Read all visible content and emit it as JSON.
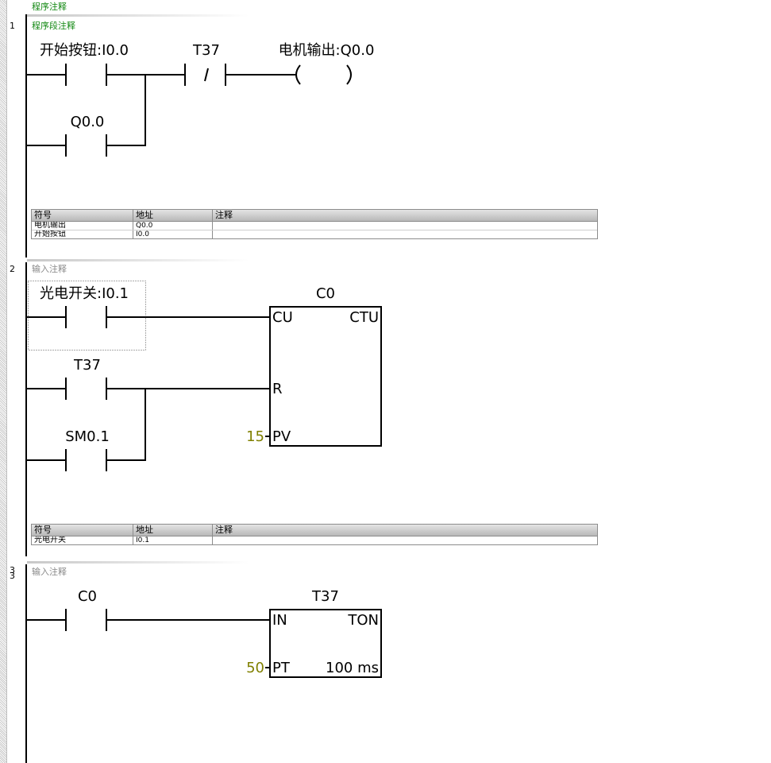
{
  "program_comment": "程序注释",
  "networks": [
    {
      "number": "1",
      "comment": "程序段注释",
      "contacts": [
        {
          "label": "开始按钮:I0.0"
        },
        {
          "label": "T37",
          "symbol": "/"
        },
        {
          "label": "Q0.0"
        }
      ],
      "coil": {
        "label": "电机输出:Q0.0"
      },
      "symbol_table": {
        "headers": [
          "符号",
          "地址",
          "注释"
        ],
        "rows": [
          {
            "symbol": "电机输出",
            "address": "Q0.0",
            "comment": ""
          },
          {
            "symbol": "开始按钮",
            "address": "I0.0",
            "comment": ""
          }
        ]
      }
    },
    {
      "number": "2",
      "comment": "输入注释",
      "contacts": [
        {
          "label": "光电开关:I0.1"
        },
        {
          "label": "T37"
        },
        {
          "label": "SM0.1"
        }
      ],
      "box": {
        "name": "C0",
        "type": "CTU",
        "pins": [
          "CU",
          "R",
          "PV"
        ],
        "pv_value": "15"
      },
      "symbol_table": {
        "headers": [
          "符号",
          "地址",
          "注释"
        ],
        "rows": [
          {
            "symbol": "光电开关",
            "address": "I0.1",
            "comment": ""
          }
        ]
      }
    },
    {
      "number": "3",
      "number_shadow": "3",
      "comment": "输入注释",
      "contacts": [
        {
          "label": "C0"
        }
      ],
      "box": {
        "name": "T37",
        "type": "TON",
        "pins": [
          "IN",
          "PT"
        ],
        "pt_value": "50",
        "timebase": "100 ms"
      }
    }
  ],
  "colors": {
    "comment_green": "#118811",
    "comment_grey": "#8a8a8a",
    "constant_olive": "#808000"
  }
}
